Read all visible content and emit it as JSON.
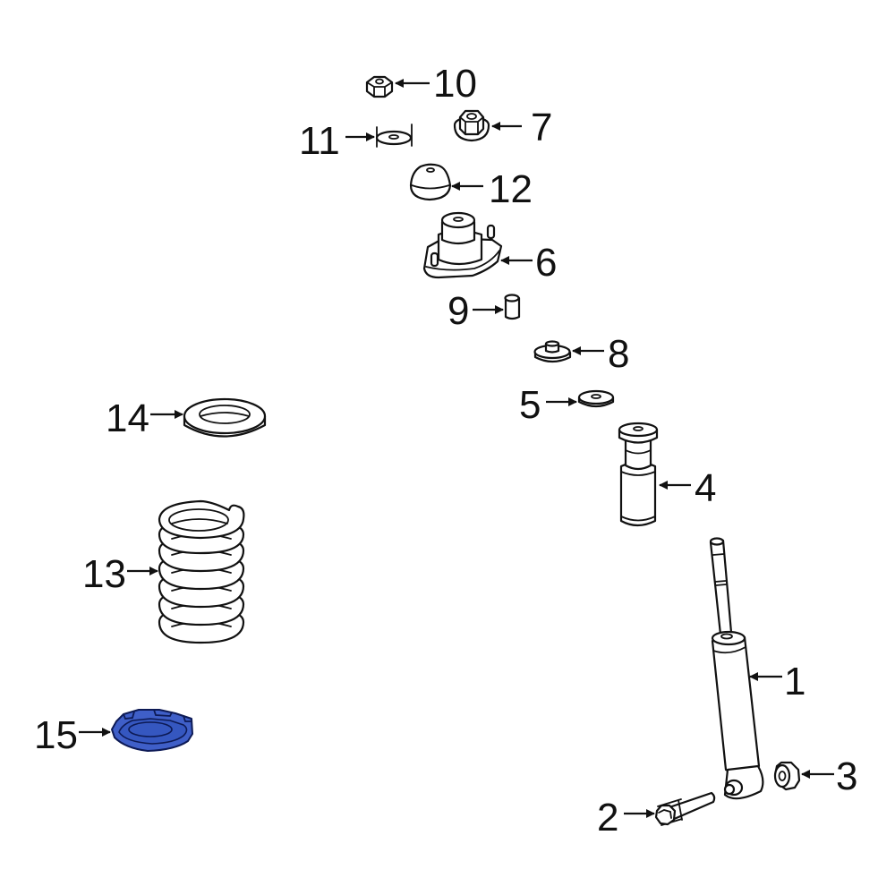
{
  "diagram": {
    "type": "exploded-parts-view",
    "subject": "rear shock absorber and coil spring assembly",
    "highlight_color": "#3f5fc8",
    "line_color": "#111111",
    "background": "#ffffff",
    "highlighted_part": "15"
  },
  "callouts": [
    {
      "id": "1",
      "label": "1",
      "part": "shock absorber"
    },
    {
      "id": "2",
      "label": "2",
      "part": "bolt"
    },
    {
      "id": "3",
      "label": "3",
      "part": "nut"
    },
    {
      "id": "4",
      "label": "4",
      "part": "bump stop / dust boot"
    },
    {
      "id": "5",
      "label": "5",
      "part": "washer"
    },
    {
      "id": "6",
      "label": "6",
      "part": "strut mount"
    },
    {
      "id": "7",
      "label": "7",
      "part": "flange nut"
    },
    {
      "id": "8",
      "label": "8",
      "part": "bushing"
    },
    {
      "id": "9",
      "label": "9",
      "part": "spacer sleeve"
    },
    {
      "id": "10",
      "label": "10",
      "part": "hex nut"
    },
    {
      "id": "11",
      "label": "11",
      "part": "washer"
    },
    {
      "id": "12",
      "label": "12",
      "part": "cap"
    },
    {
      "id": "13",
      "label": "13",
      "part": "coil spring"
    },
    {
      "id": "14",
      "label": "14",
      "part": "upper spring insulator"
    },
    {
      "id": "15",
      "label": "15",
      "part": "lower spring insulator",
      "highlighted": true
    }
  ]
}
